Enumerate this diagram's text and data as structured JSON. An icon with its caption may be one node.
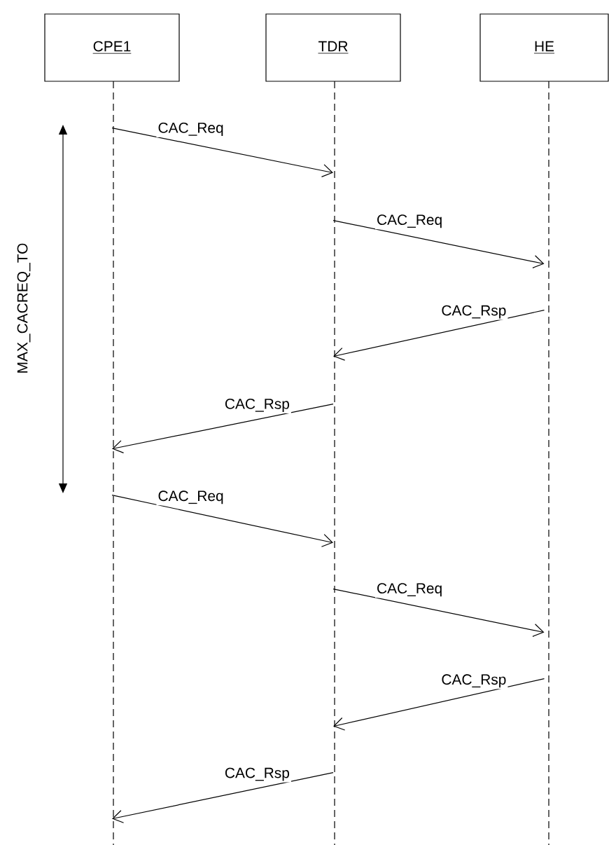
{
  "diagram": {
    "nodes": [
      {
        "text": [
          "CPE1"
        ]
      },
      {
        "text": [
          "TDR"
        ]
      },
      {
        "text": [
          "HE"
        ]
      }
    ],
    "edges": [
      {
        "from": 0,
        "to": 1,
        "arrow": "to",
        "label": "CAC_Req"
      },
      {
        "from": 1,
        "to": 2,
        "arrow": "to",
        "label": "CAC_Req"
      },
      {
        "from": 2,
        "to": 1,
        "arrow": "to",
        "label": "CAC_Rsp"
      },
      {
        "from": 1,
        "to": 0,
        "arrow": "to",
        "label": "CAC_Rsp"
      },
      {
        "from": 0,
        "to": 1,
        "arrow": "to",
        "label": "CAC_Req"
      },
      {
        "from": 1,
        "to": 2,
        "arrow": "to",
        "label": "CAC_Req"
      },
      {
        "from": 2,
        "to": 1,
        "arrow": "to",
        "label": "CAC_Rsp"
      },
      {
        "from": 1,
        "to": 0,
        "arrow": "to",
        "label": "CAC_Rsp"
      }
    ],
    "labels": [
      "MAX_CACREQ_TO"
    ]
  }
}
